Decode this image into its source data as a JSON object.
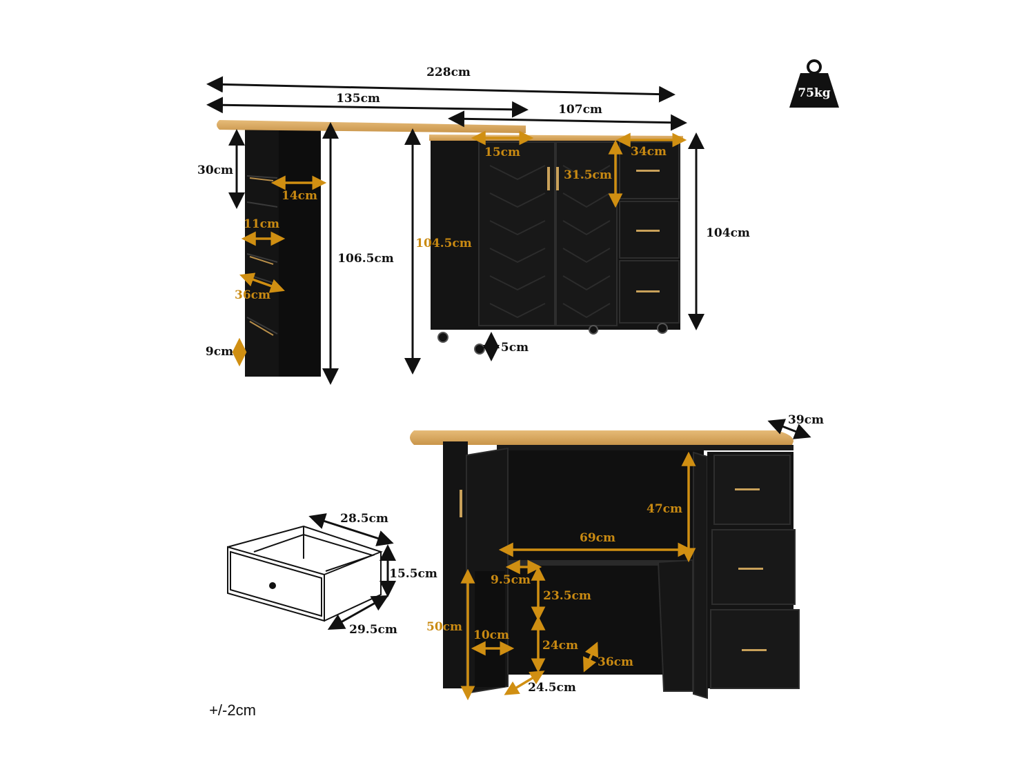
{
  "weight": "75kg",
  "tolerance": "+/-2cm",
  "dimensions": {
    "total_length": "228cm",
    "bar_length": "135cm",
    "cabinet_length": "107cm",
    "shelf_gap_top": "30cm",
    "shelf_depth_inner": "14cm",
    "shelf_width_inner": "11cm",
    "shelf_length": "36cm",
    "shelf_base": "9cm",
    "bar_height": "106.5cm",
    "cabinet_body_height": "104.5cm",
    "drawer_area_width": "15cm",
    "drawer_width": "34cm",
    "drawer_height": "31.5cm",
    "total_height": "104cm",
    "wheel_height": "5cm",
    "depth": "39cm",
    "inner_height_upper": "47cm",
    "inner_width": "69cm",
    "door_shelf_width": "9.5cm",
    "door_shelf_gap_upper": "23.5cm",
    "door_height": "50cm",
    "door_shelf_depth": "10cm",
    "door_shelf_gap_lower": "24cm",
    "inner_depth": "36cm",
    "door_width": "24.5cm",
    "drawer_box_width": "28.5cm",
    "drawer_box_height": "15.5cm",
    "drawer_box_depth": "29.5cm"
  },
  "colors": {
    "wood": "#d9a85f",
    "cabinet": "#141414",
    "accent": "#c98a12"
  }
}
